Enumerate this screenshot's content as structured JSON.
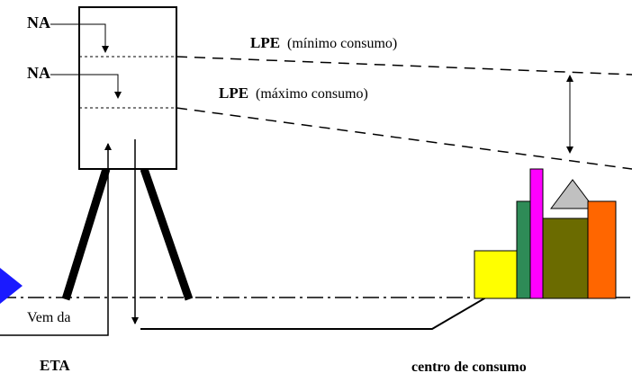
{
  "labels": {
    "na_top": "NA",
    "na_bottom": "NA",
    "lpe_min": "LPE",
    "lpe_min_note": "(mínimo consumo)",
    "lpe_max": "LPE",
    "lpe_max_note": "(máximo consumo)",
    "inflow": "Vem da",
    "eta": "ETA",
    "consumption_center": "centro de consumo"
  },
  "colors": {
    "line": "#000000",
    "inflow_arrow": "#1a1aff",
    "building_yellow": "#ffff00",
    "building_green": "#2e8b57",
    "building_magenta": "#ff00ff",
    "building_olive": "#6b6b00",
    "building_orange": "#ff6600",
    "roof_gray": "#c0c0c0"
  }
}
